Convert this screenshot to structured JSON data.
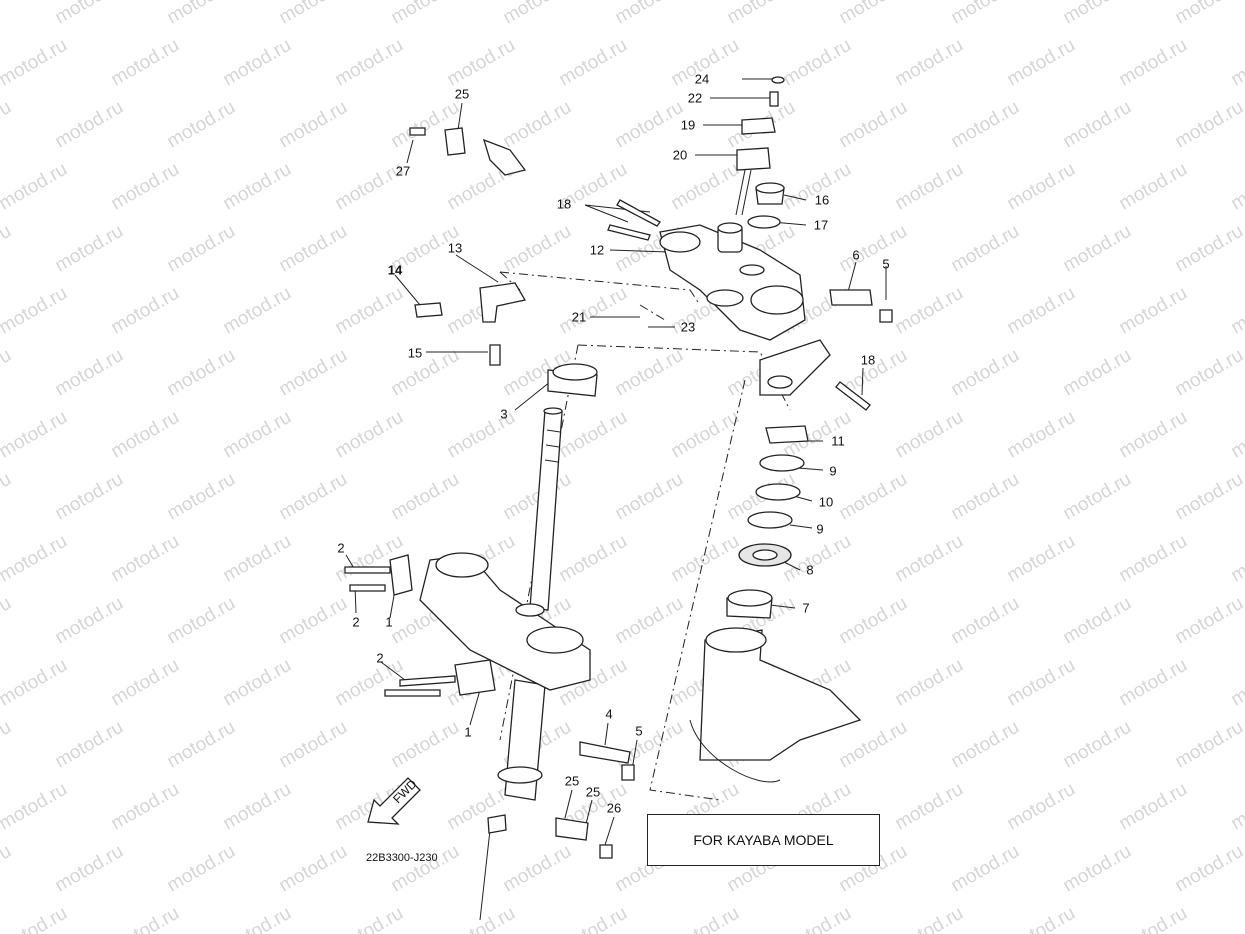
{
  "watermark": "motod.ru",
  "drawing_code": "22B3300-J230",
  "model_note": "FOR KAYABA MODEL",
  "fwd_label": "FWD",
  "callouts": {
    "c1a": "1",
    "c1b": "1",
    "c2a": "2",
    "c2b": "2",
    "c2c": "2",
    "c3": "3",
    "c4": "4",
    "c5a": "5",
    "c5b": "5",
    "c6": "6",
    "c7": "7",
    "c8": "8",
    "c9a": "9",
    "c9b": "9",
    "c10": "10",
    "c11": "11",
    "c12": "12",
    "c13": "13",
    "c14": "14",
    "c15": "15",
    "c16": "16",
    "c17": "17",
    "c18a": "18",
    "c18b": "18",
    "c19": "19",
    "c20": "20",
    "c21": "21",
    "c22": "22",
    "c23": "23",
    "c24": "24",
    "c25a": "25",
    "c25b": "25",
    "c25c": "25",
    "c26": "26",
    "c27": "27"
  }
}
